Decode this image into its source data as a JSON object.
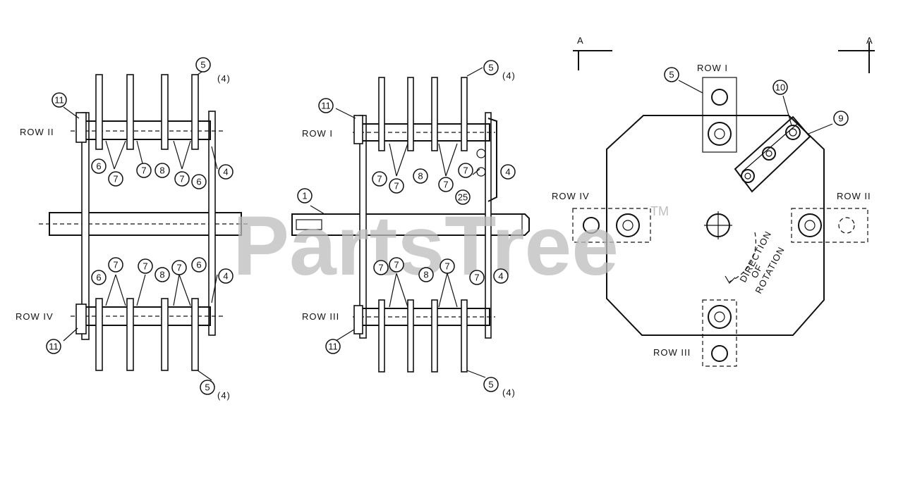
{
  "watermark": {
    "text": "PartsTree",
    "mark": "TM"
  },
  "section_marks": {
    "left": "A",
    "right": "A"
  },
  "view_left": {
    "row_top": "ROW II",
    "row_bottom": "ROW IV",
    "callouts": [
      "11",
      "5",
      "(4)",
      "6",
      "7",
      "7",
      "8",
      "7",
      "6",
      "4",
      "7",
      "6",
      "7",
      "8",
      "7",
      "6",
      "4",
      "11",
      "5",
      "(4)"
    ]
  },
  "view_middle": {
    "row_top": "ROW I",
    "row_bottom": "ROW III",
    "callouts": [
      "11",
      "5",
      "(4)",
      "7",
      "7",
      "8",
      "7",
      "7",
      "4",
      "25",
      "1",
      "7",
      "7",
      "8",
      "7",
      "7",
      "4",
      "11",
      "5",
      "(4)"
    ]
  },
  "view_right": {
    "row_top": "ROW I",
    "row_left": "ROW IV",
    "row_right": "ROW II",
    "row_bottom": "ROW III",
    "rotation_line1": "DIRECTION",
    "rotation_line2": "OF",
    "rotation_line3": "ROTATION",
    "callouts": [
      "5",
      "10",
      "9"
    ]
  }
}
